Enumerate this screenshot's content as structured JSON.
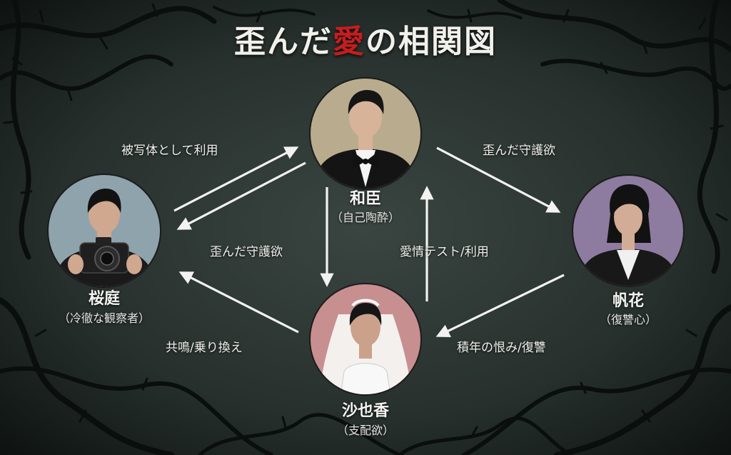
{
  "title": {
    "prefix": "歪んだ",
    "accent": "愛",
    "suffix": "の相関図"
  },
  "colors": {
    "background": "#1b2320",
    "accent": "#c81d1d",
    "arrow": "#f2f2f0",
    "kazuomi_circle": "#b9ac8e",
    "ouba_circle": "#8fa3ad",
    "honoka_circle": "#8e7ba0",
    "sayaka_circle": "#c88f90"
  },
  "characters": {
    "kazuomi": {
      "name": "和臣",
      "role": "（自己陶酔）",
      "icon": "groom-tuxedo-icon"
    },
    "ouba": {
      "name": "桜庭",
      "role": "（冷徹な観察者）",
      "icon": "photographer-camera-icon"
    },
    "honoka": {
      "name": "帆花",
      "role": "（復讐心）",
      "icon": "woman-suit-icon"
    },
    "sayaka": {
      "name": "沙也香",
      "role": "（支配欲）",
      "icon": "bride-veil-icon"
    }
  },
  "relations": {
    "ouba_to_kazuomi": "被写体として利用",
    "kazuomi_to_honoka": "歪んだ守護欲",
    "kazuomi_to_sayaka": "歪んだ守護欲",
    "sayaka_to_kazuomi": "愛情テスト/利用",
    "sayaka_to_ouba": "共鳴/乗り換え",
    "honoka_to_sayaka": "積年の恨み/復讐"
  }
}
